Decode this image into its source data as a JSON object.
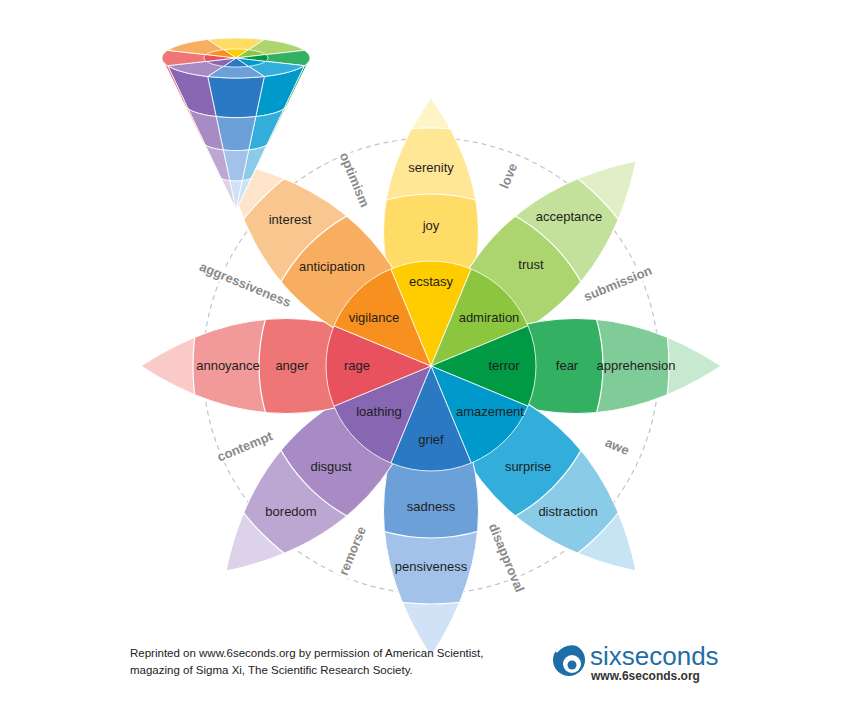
{
  "diagram": {
    "nodes": [
      {
        "text": [
          "serenity"
        ]
      },
      {
        "text": [
          "joy"
        ]
      },
      {
        "text": [
          "ecstasy"
        ]
      },
      {
        "text": [
          "acceptance"
        ]
      },
      {
        "text": [
          "trust"
        ]
      },
      {
        "text": [
          "admiration"
        ]
      },
      {
        "text": [
          "terror"
        ]
      },
      {
        "text": [
          "fear"
        ]
      },
      {
        "text": [
          "apprehension"
        ]
      },
      {
        "text": [
          "amazement"
        ]
      },
      {
        "text": [
          "surprise"
        ]
      },
      {
        "text": [
          "distraction"
        ]
      },
      {
        "text": [
          "grief"
        ]
      },
      {
        "text": [
          "sadness"
        ]
      },
      {
        "text": [
          "pensiveness"
        ]
      },
      {
        "text": [
          "loathing"
        ]
      },
      {
        "text": [
          "disgust"
        ]
      },
      {
        "text": [
          "boredom"
        ]
      },
      {
        "text": [
          "annoyance"
        ]
      },
      {
        "text": [
          "anger"
        ]
      },
      {
        "text": [
          "rage"
        ]
      },
      {
        "text": [
          "interest"
        ]
      },
      {
        "text": [
          "anticipation"
        ]
      },
      {
        "text": [
          "vigilance"
        ]
      }
    ],
    "labels": [
      "optimism",
      "love",
      "submission",
      "awe",
      "disapproval",
      "remorse",
      "contempt",
      "aggressiveness",
      "Reprinted on www.6seconds.org by permission of American Scientist, magazing of Sigma Xi, The Scientific Research Society.",
      "sixseconds",
      "www.6seconds.org"
    ]
  }
}
